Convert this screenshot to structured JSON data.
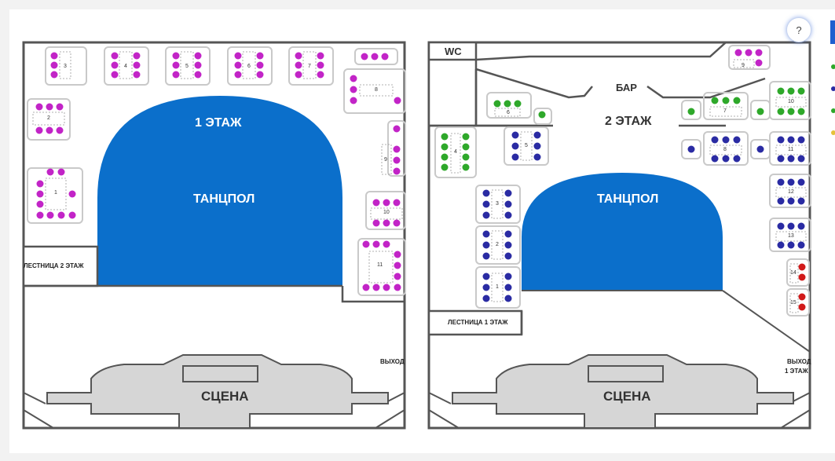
{
  "help_button": {
    "label": "?"
  },
  "colors": {
    "dancefloor": "#0b6fcb",
    "vip_pink": "#c224c7",
    "standard_blue": "#2a2ba3",
    "green": "#2ea82a",
    "red": "#d11a1a",
    "wall": "#555555",
    "stage": "#d6d6d6",
    "table": "#ffffff"
  },
  "floor1": {
    "floor_label": "1 ЭТАЖ",
    "dancefloor_label": "ТАНЦПОЛ",
    "stairs_label": "ЛЕСТНИЦА 2 ЭТАЖ",
    "exit_label": "ВЫХОД",
    "stage_label": "СЦЕНА",
    "tables": [
      "1",
      "2",
      "3",
      "4",
      "5",
      "6",
      "7",
      "8",
      "9",
      "10",
      "11"
    ]
  },
  "floor2": {
    "floor_label": "2 ЭТАЖ",
    "dancefloor_label": "ТАНЦПОЛ",
    "wc_label": "WC",
    "bar_label": "БАР",
    "stairs_label": "ЛЕСТНИЦА 1 ЭТАЖ",
    "exit_label_line1": "ВЫХОД",
    "exit_label_line2": "1 ЭТАЖ",
    "stage_label": "СЦЕНА",
    "tables": [
      "1",
      "2",
      "3",
      "4",
      "5",
      "6",
      "7",
      "8",
      "9",
      "10",
      "11",
      "12",
      "13",
      "14",
      "15"
    ]
  }
}
